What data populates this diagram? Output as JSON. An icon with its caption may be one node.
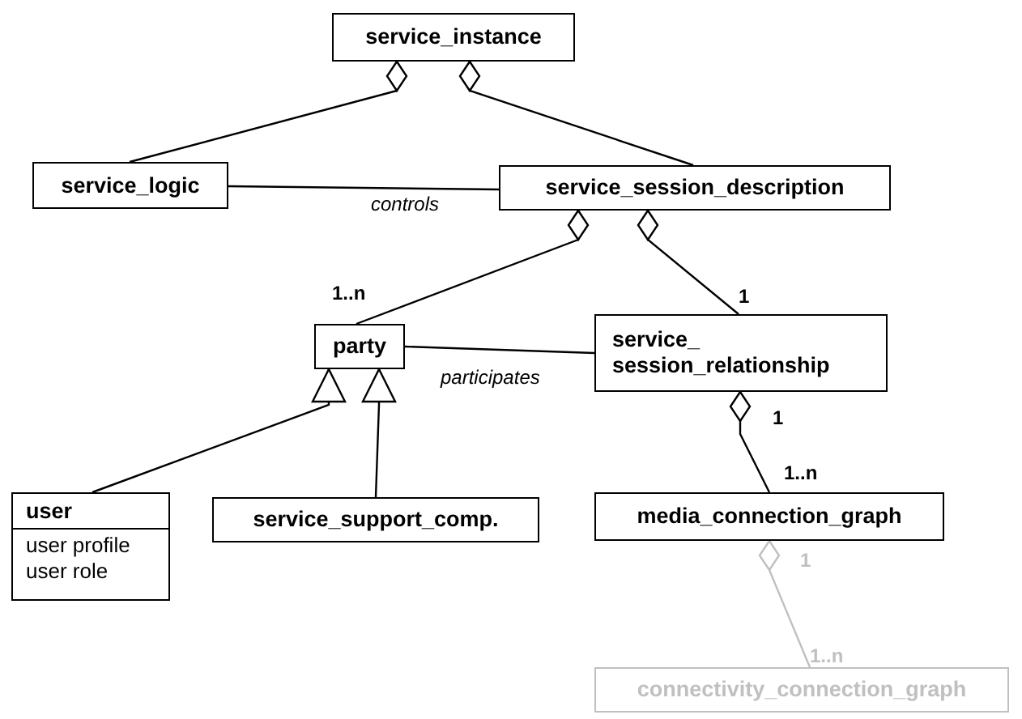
{
  "diagram": {
    "nodes": [
      {
        "text": [
          "service_instance"
        ]
      },
      {
        "text": [
          "service_logic"
        ]
      },
      {
        "text": [
          "service_session_description"
        ]
      },
      {
        "text": [
          "party"
        ]
      },
      {
        "text": [
          "service_ session_relationship"
        ]
      },
      {
        "text": [
          "user",
          "user profile",
          "user role"
        ]
      },
      {
        "text": [
          "service_support_comp."
        ]
      },
      {
        "text": [
          "media_connection_graph"
        ]
      },
      {
        "text": [
          "connectivity_connection_graph"
        ]
      }
    ],
    "edges": [
      {
        "from": 0,
        "to": 1,
        "arrow": "other"
      },
      {
        "from": 0,
        "to": 2,
        "arrow": "other"
      },
      {
        "from": 1,
        "to": 2,
        "arrow": "none",
        "label": "controls"
      },
      {
        "from": 2,
        "to": 3,
        "arrow": "other"
      },
      {
        "from": 2,
        "to": 4,
        "arrow": "other"
      },
      {
        "from": 3,
        "to": 4,
        "arrow": "none",
        "label": "participates"
      },
      {
        "from": 5,
        "to": 3,
        "arrow": "to"
      },
      {
        "from": 6,
        "to": 3,
        "arrow": "to"
      },
      {
        "from": 4,
        "to": 7,
        "arrow": "other"
      },
      {
        "from": 7,
        "to": 8,
        "arrow": "other",
        "color": "#c0c0c0"
      }
    ],
    "labels": [
      "1..n",
      "1",
      "1",
      "1..n",
      "1",
      "1..n"
    ]
  }
}
